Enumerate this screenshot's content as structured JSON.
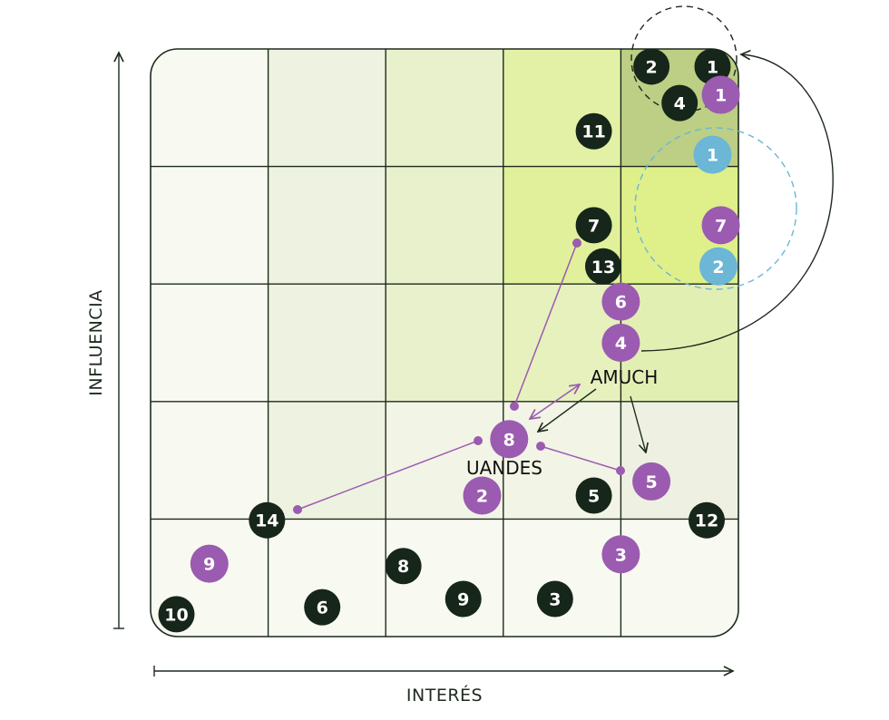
{
  "axes": {
    "x_label": "INTERÉS",
    "y_label": "INFLUENCIA"
  },
  "grid": {
    "rows": 5,
    "cols": 5,
    "cell_colors": [
      [
        "#f8faf1",
        "#eef2e1",
        "#e8f1cb",
        "#e3f1a7",
        "#bccf84"
      ],
      [
        "#f8faf1",
        "#eef2e1",
        "#e8f1cb",
        "#e1f09a",
        "#dfef8a"
      ],
      [
        "#f8faf1",
        "#eef2e1",
        "#e8f1cb",
        "#e6f1be",
        "#e2efb2"
      ],
      [
        "#f8faf1",
        "#eef2e1",
        "#f2f4e6",
        "#f2f4e6",
        "#eef1e2"
      ],
      [
        "#f8faf1",
        "#f8faf1",
        "#f8faf1",
        "#f8faf1",
        "#f8faf1"
      ]
    ]
  },
  "colors": {
    "dark": "#17261a",
    "purple": "#9b5bb0",
    "blue": "#6cb6d6",
    "line": "#1d2a1d"
  },
  "labels": {
    "amuch": "AMUCH",
    "uandes": "UANDES"
  },
  "stakeholders": [
    {
      "label": "1",
      "color": "dark",
      "interest": 4.78,
      "influence": 4.85
    },
    {
      "label": "2",
      "color": "dark",
      "interest": 4.26,
      "influence": 4.85
    },
    {
      "label": "4",
      "color": "dark",
      "interest": 4.5,
      "influence": 4.54
    },
    {
      "label": "11",
      "color": "dark",
      "interest": 3.77,
      "influence": 4.3
    },
    {
      "label": "7",
      "color": "dark",
      "interest": 3.77,
      "influence": 3.5
    },
    {
      "label": "13",
      "color": "dark",
      "interest": 3.85,
      "influence": 3.15
    },
    {
      "label": "5",
      "color": "dark",
      "interest": 3.77,
      "influence": 1.2
    },
    {
      "label": "12",
      "color": "dark",
      "interest": 4.73,
      "influence": 0.99
    },
    {
      "label": "14",
      "color": "dark",
      "interest": 0.99,
      "influence": 0.99
    },
    {
      "label": "8",
      "color": "dark",
      "interest": 2.15,
      "influence": 0.6
    },
    {
      "label": "9",
      "color": "dark",
      "interest": 2.66,
      "influence": 0.32
    },
    {
      "label": "3",
      "color": "dark",
      "interest": 3.44,
      "influence": 0.32
    },
    {
      "label": "6",
      "color": "dark",
      "interest": 1.46,
      "influence": 0.25
    },
    {
      "label": "10",
      "color": "dark",
      "interest": 0.22,
      "influence": 0.19
    },
    {
      "label": "1",
      "color": "purple",
      "interest": 4.85,
      "influence": 4.61
    },
    {
      "label": "7",
      "color": "purple",
      "interest": 4.85,
      "influence": 3.5
    },
    {
      "label": "6",
      "color": "purple",
      "interest": 4.0,
      "influence": 2.85
    },
    {
      "label": "4",
      "color": "purple",
      "interest": 4.0,
      "influence": 2.5
    },
    {
      "label": "8",
      "color": "purple",
      "interest": 3.05,
      "influence": 1.68
    },
    {
      "label": "5",
      "color": "purple",
      "interest": 4.26,
      "influence": 1.32
    },
    {
      "label": "2",
      "color": "purple",
      "interest": 2.82,
      "influence": 1.2
    },
    {
      "label": "3",
      "color": "purple",
      "interest": 4.0,
      "influence": 0.7
    },
    {
      "label": "9",
      "color": "purple",
      "interest": 0.5,
      "influence": 0.62
    },
    {
      "label": "1",
      "color": "blue",
      "interest": 4.78,
      "influence": 4.1
    },
    {
      "label": "2",
      "color": "blue",
      "interest": 4.83,
      "influence": 3.15
    }
  ]
}
